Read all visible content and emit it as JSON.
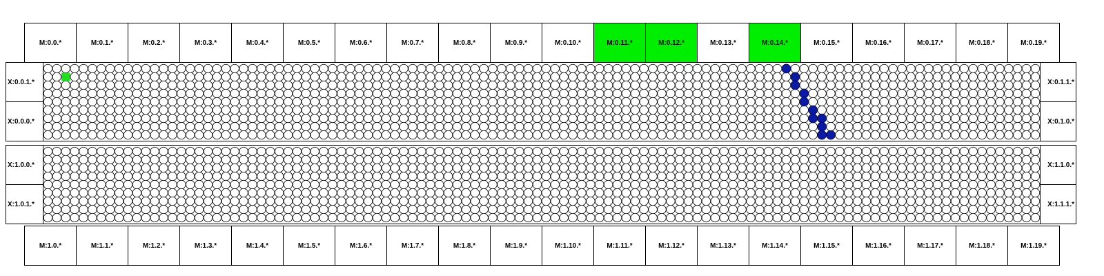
{
  "top_modules": [
    "M:0.0.*",
    "M:0.1.*",
    "M:0.2.*",
    "M:0.3.*",
    "M:0.4.*",
    "M:0.5.*",
    "M:0.6.*",
    "M:0.7.*",
    "M:0.8.*",
    "M:0.9.*",
    "M:0.10.*",
    "M:0.11.*",
    "M:0.12.*",
    "M:0.13.*",
    "M:0.14.*",
    "M:0.15.*",
    "M:0.16.*",
    "M:0.17.*",
    "M:0.18.*",
    "M:0.19.*"
  ],
  "bottom_modules": [
    "M:1.0.*",
    "M:1.1.*",
    "M:1.2.*",
    "M:1.3.*",
    "M:1.4.*",
    "M:1.5.*",
    "M:1.6.*",
    "M:1.7.*",
    "M:1.8.*",
    "M:1.9.*",
    "M:1.10.*",
    "M:1.11.*",
    "M:1.12.*",
    "M:1.13.*",
    "M:1.14.*",
    "M:1.15.*",
    "M:1.16.*",
    "M:1.17.*",
    "M:1.18.*",
    "M:1.19.*"
  ],
  "highlighted_top_modules": [
    "M:0.11.*",
    "M:0.12.*",
    "M:0.14.*"
  ],
  "panels": [
    {
      "left_labels": [
        "X:0.0.1.*",
        "X:0.0.0.*"
      ],
      "right_labels": [
        "X:0.1.1.*",
        "X:0.1.0.*"
      ]
    },
    {
      "left_labels": [
        "X:1.0.0.*",
        "X:1.0.1.*"
      ],
      "right_labels": [
        "X:1.1.0.*",
        "X:1.1.1.*"
      ]
    }
  ],
  "grid": {
    "columns": 112,
    "rows": 9
  },
  "green_cells": [
    [
      2,
      1
    ]
  ],
  "blue_cells": [
    [
      83,
      0
    ],
    [
      84,
      1
    ],
    [
      84,
      2
    ],
    [
      85,
      3
    ],
    [
      85,
      4
    ],
    [
      86,
      5
    ],
    [
      86,
      6
    ],
    [
      87,
      6
    ],
    [
      87,
      7
    ],
    [
      87,
      8
    ],
    [
      88,
      8
    ]
  ],
  "colors": {
    "highlight": "#00ee00",
    "active_node": "#0a1aa6",
    "start_node": "#22dd22",
    "node_outline": "#000000"
  }
}
